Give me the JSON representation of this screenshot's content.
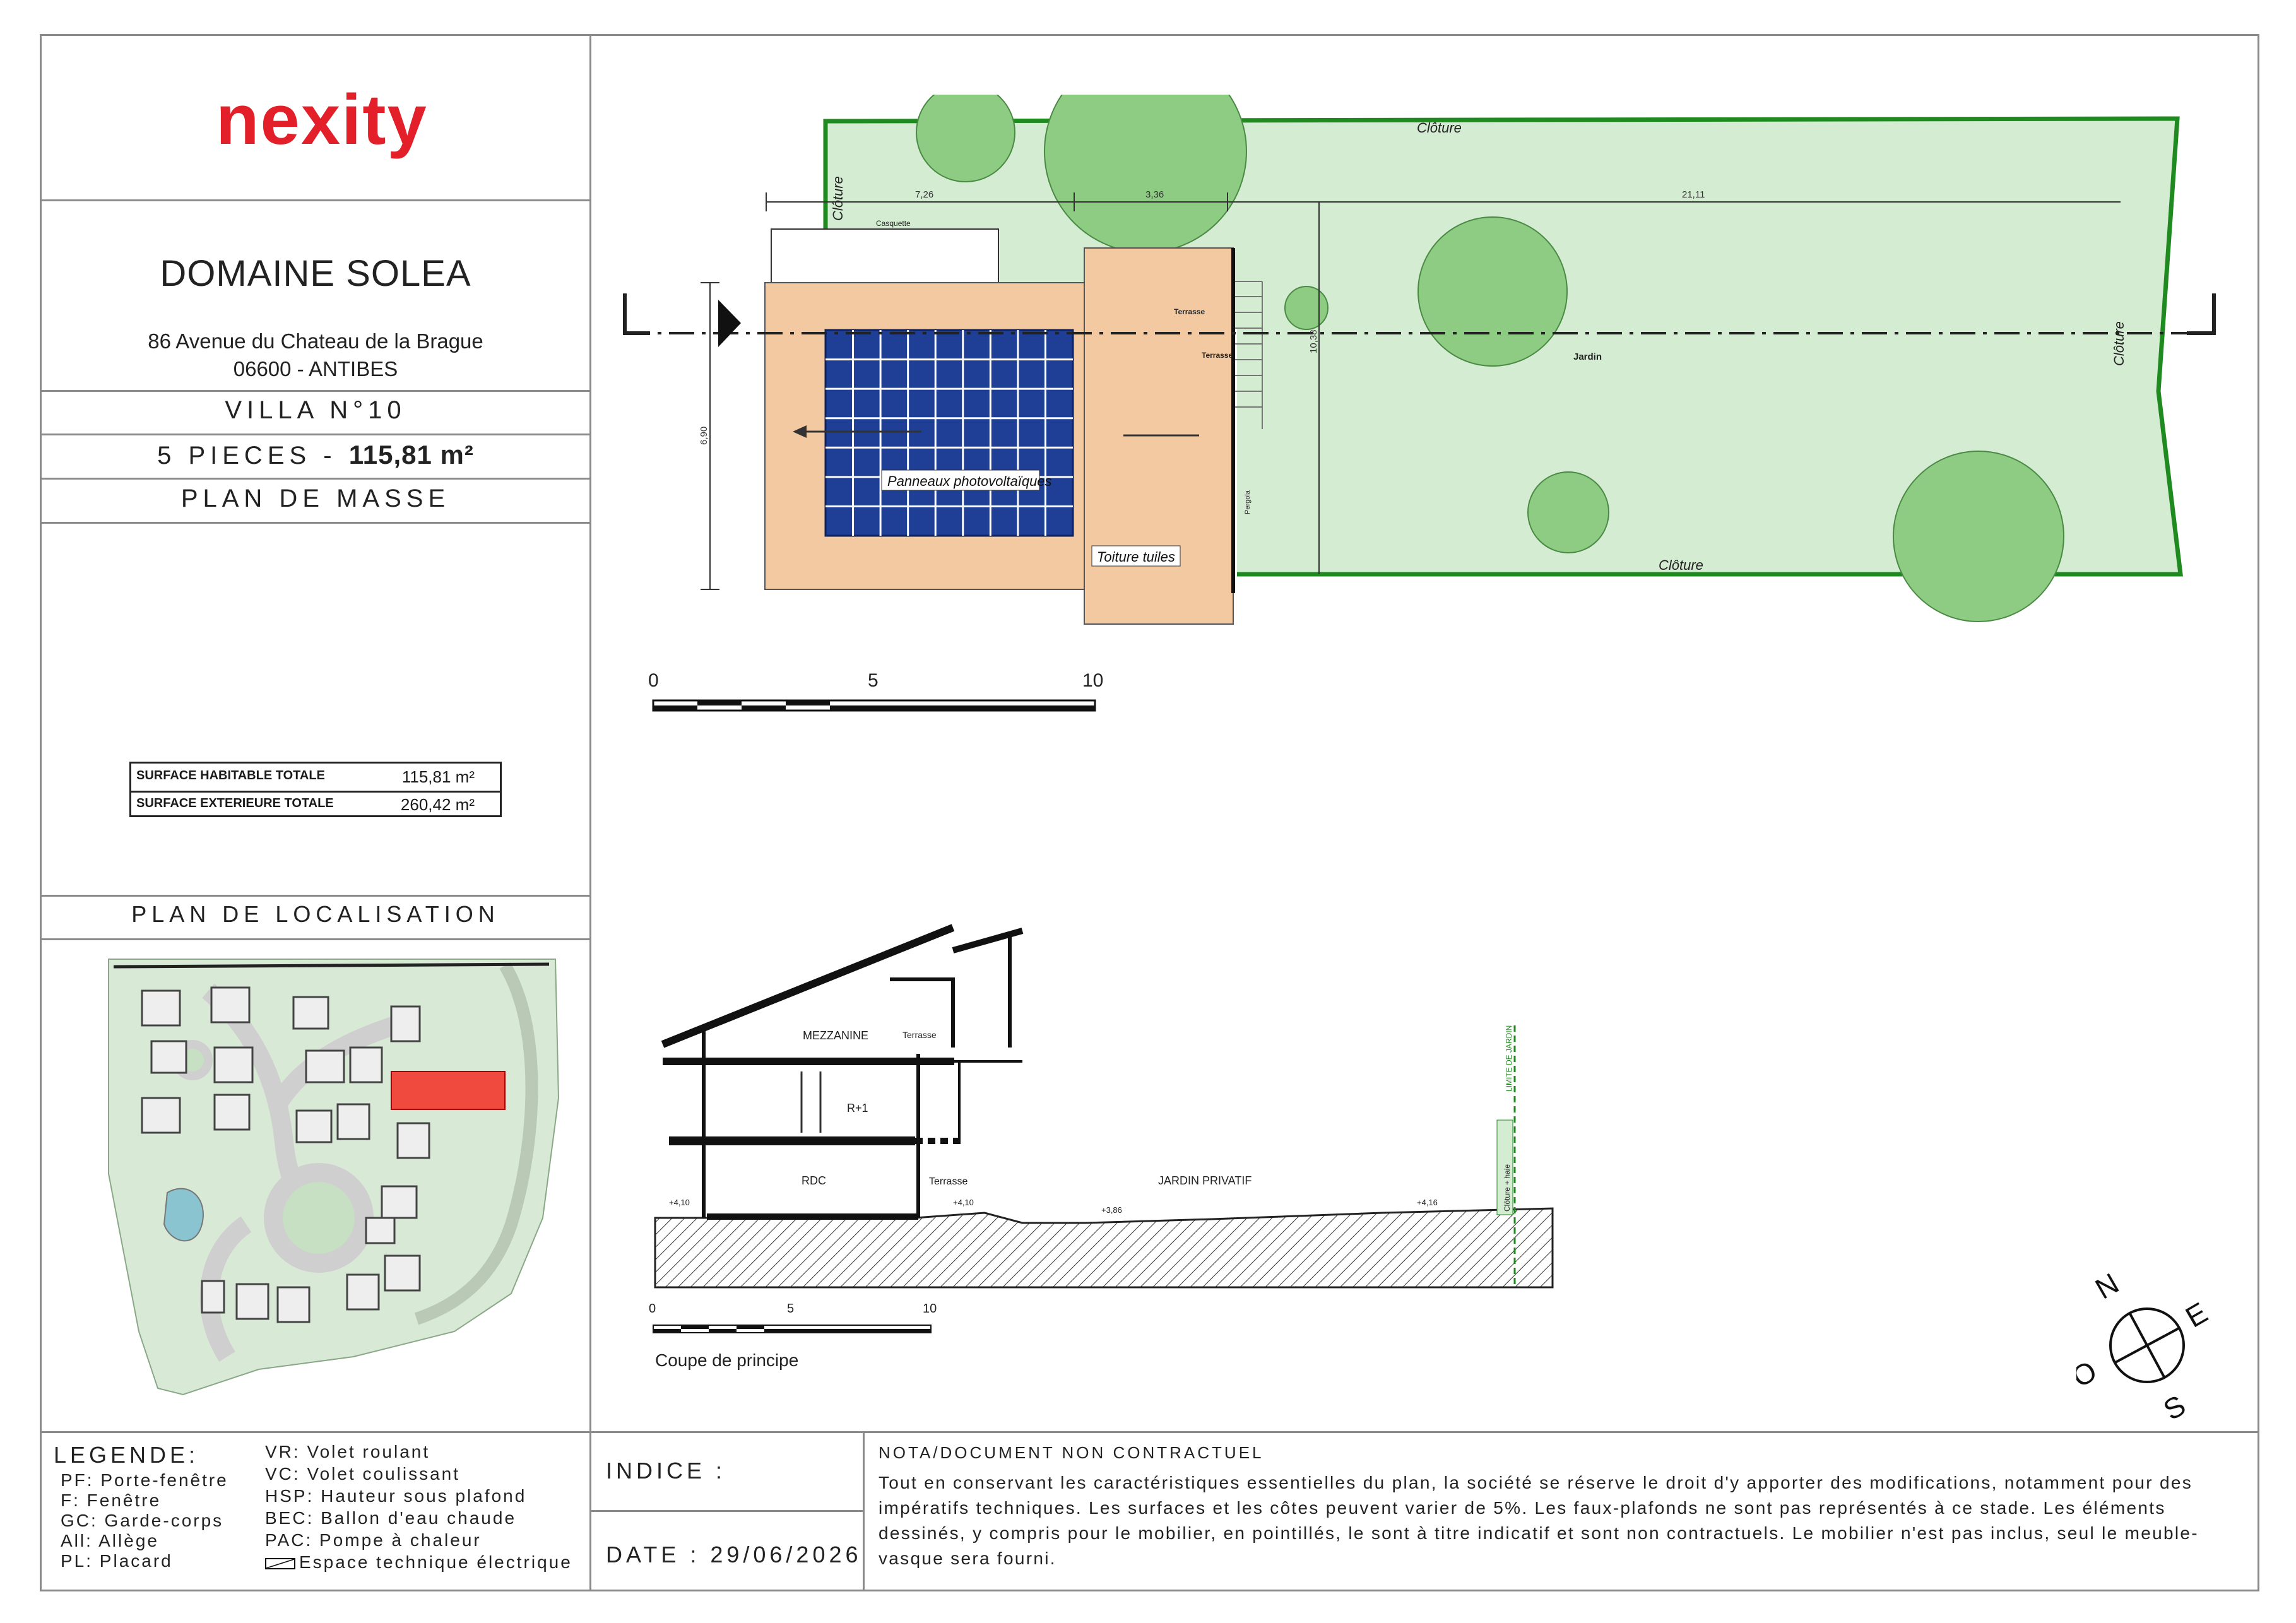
{
  "logo": {
    "text": "nexity",
    "color": "#e3202a"
  },
  "project": {
    "name": "DOMAINE SOLEA",
    "address_line1": "86 Avenue du Chateau de la Brague",
    "address_line2": "06600 - ANTIBES",
    "villa": "VILLA N°10",
    "pieces": "5 PIECES -",
    "area": "115,81 m²",
    "plan_title": "PLAN DE MASSE"
  },
  "surfaces": [
    {
      "label": "SURFACE HABITABLE TOTALE",
      "value": "115,81 m²"
    },
    {
      "label": "SURFACE EXTERIEURE TOTALE",
      "value": "260,42 m²"
    }
  ],
  "localisation": {
    "title": "PLAN DE LOCALISATION",
    "highlight_color": "#f04a3e"
  },
  "plan": {
    "labels": {
      "cloture_top": "Clôture",
      "cloture_left": "Clôture",
      "cloture_right": "Clôture",
      "cloture_bottom": "Clôture",
      "panneaux": "Panneaux photovoltaïques",
      "toiture": "Toiture tuiles",
      "jardin": "Jardin",
      "casquette": "Casquette",
      "terrasse": "Terrasse",
      "pergola": "Pergola"
    },
    "dimensions": {
      "d1": "7,26",
      "d2": "3,36",
      "d3": "21,11",
      "height_left": "6,90",
      "height_right": "10,38"
    },
    "colors": {
      "garden": "#d4ecd2",
      "tree": "#8fcc83",
      "fence": "#1f8a1f",
      "roof": "#f2c9a0",
      "panel": "#1f3f97"
    }
  },
  "scale_plan": {
    "labels": [
      "0",
      "5",
      "10"
    ]
  },
  "section": {
    "labels": {
      "mezzanine": "MEZZANINE",
      "terrasse_top": "Terrasse",
      "r1": "R+1",
      "rdc": "RDC",
      "terrasse": "Terrasse",
      "jardin": "JARDIN PRIVATIF",
      "limite": "LIMITE DE JARDIN",
      "cloture_haie": "Clôture + haie",
      "lev1": "+4,10",
      "lev2": "+4,10",
      "lev3": "+3,86",
      "lev4": "+4,16"
    },
    "scale_labels": [
      "0",
      "5",
      "10"
    ],
    "caption": "Coupe de principe"
  },
  "compass": {
    "n": "N",
    "e": "E",
    "s": "S",
    "o": "O"
  },
  "legend": {
    "title": "LEGENDE:",
    "col1": [
      "PF: Porte-fenêtre",
      "F: Fenêtre",
      "GC: Garde-corps",
      "All: Allège",
      "PL: Placard"
    ],
    "col2": [
      "VR: Volet roulant",
      "VC: Volet coulissant",
      "HSP: Hauteur sous plafond",
      "BEC: Ballon d'eau chaude",
      "PAC: Pompe à chaleur",
      "Espace technique électrique"
    ]
  },
  "indice": "INDICE :",
  "date": "DATE : 29/06/2026",
  "nota": {
    "title": "NOTA/DOCUMENT NON CONTRACTUEL",
    "text": "Tout en conservant les caractéristiques essentielles du plan, la société se réserve le droit d'y apporter des modifications, notamment pour des impératifs techniques. Les surfaces et les côtes peuvent varier de 5%. Les faux-plafonds ne sont pas représentés à ce stade. Les éléments dessinés, y compris pour le mobilier, en pointillés, le sont à titre indicatif et sont non contractuels. Le mobilier n'est pas inclus, seul le meuble-vasque sera fourni."
  }
}
